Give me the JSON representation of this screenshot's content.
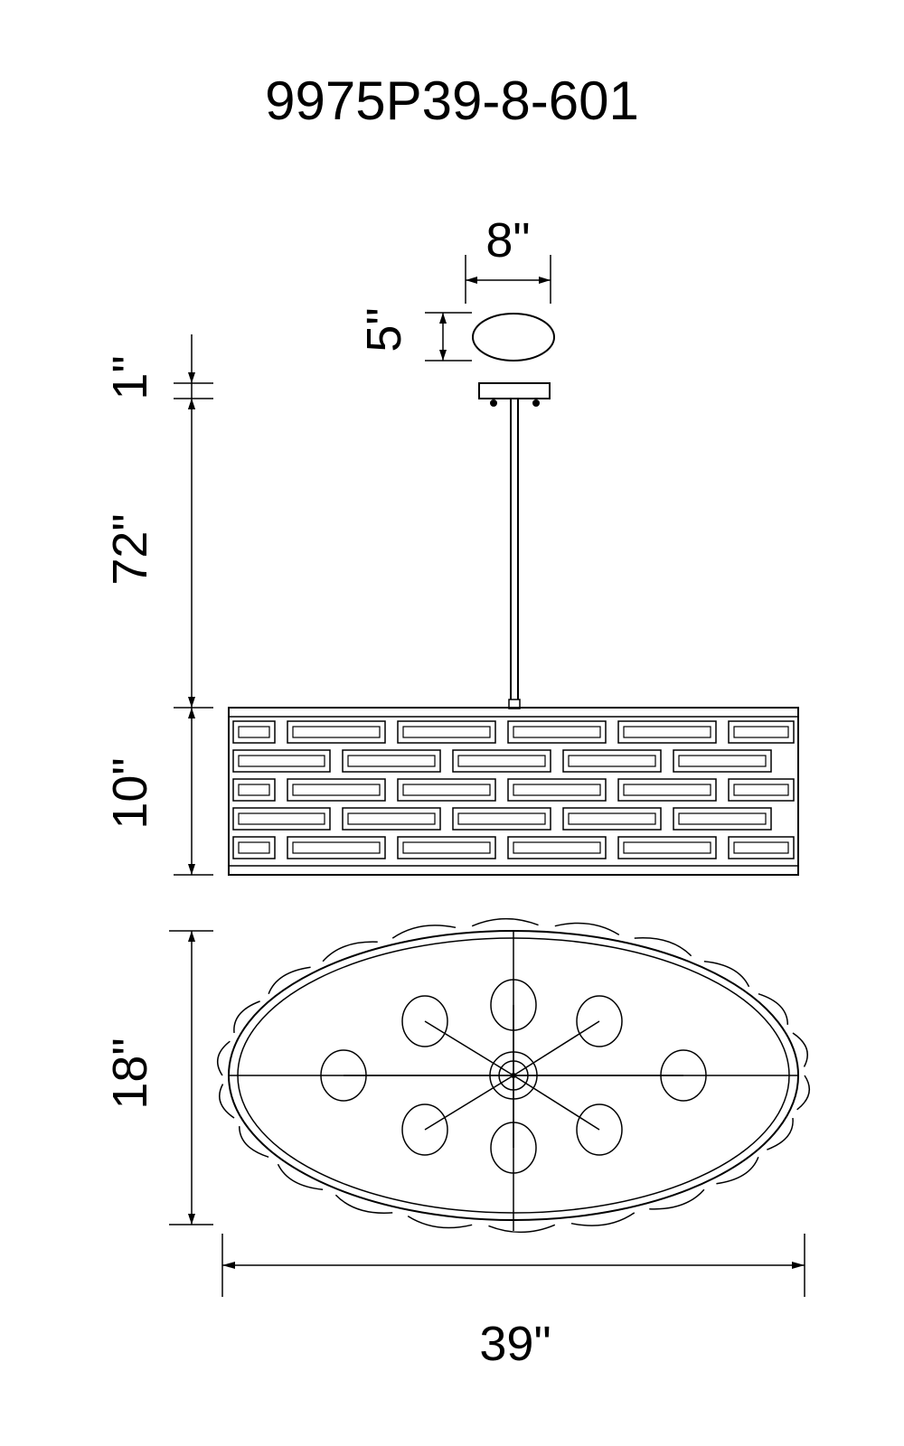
{
  "title": "9975P39-8-601",
  "dimensions": {
    "canopy_width": "8\"",
    "canopy_depth": "5\"",
    "canopy_height": "1\"",
    "rod_length": "72\"",
    "shade_height": "10\"",
    "shade_depth": "18\"",
    "shade_width": "39\""
  },
  "colors": {
    "line": "#000000",
    "background": "#ffffff"
  }
}
